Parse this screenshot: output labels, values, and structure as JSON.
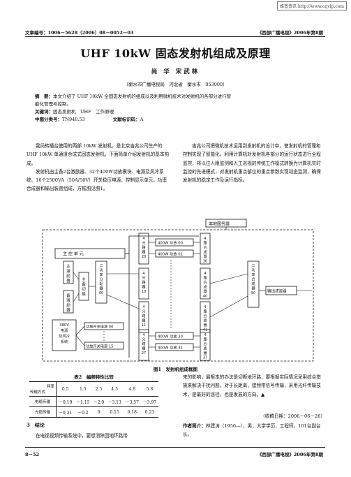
{
  "watermark": "维普资讯 http://www.cqvip.com",
  "header": {
    "article_no": "文章编号：1006－5628（2006）08－0052－03",
    "journal": "《西部广播电视》2006年第8期"
  },
  "title": "UHF 10kW 固态发射机组成及原理",
  "authors": "尚  华  宋武林",
  "affiliation": "（衡水市广播电视局　河北省　衡水市　053000）",
  "abstract": {
    "label": "摘　要：",
    "line1": "本文介绍了 UHF 10kW 全固态发射机的组成以及利用微机技术对发射机的各部分进行智",
    "line2": "能化管理与控制。",
    "keywords_label": "关键词：",
    "keywords": "固态发射机　UHF　工作原理",
    "clc_label": "中图分类号：",
    "clc": "TN948.53",
    "doc_label": "文献标识码：",
    "doc": "A"
  },
  "left_col": {
    "p1": "我局转播台使用的两部 10kW 发射机，是北京吉兆公司生产的 UHF 10kW 单通道合成式固态发射机。下面简单介绍发射机的基本构成。",
    "p2": "发射机由主备2台激励器、32个400W功放模块、电源及风冷系统、16个2500VA（50A/50V）开关稳压电源、控制显示单元、功率合成器和输出装置组成，方框图见图1。"
  },
  "right_col": {
    "p1": "吉兆公司把微机技术运用到发射机的设计中，使发射机的管理和控制实现了智能化。利用计算机对发射机各部分的运行状态进行全程监控，将以往人眼监测和人工巡视的传统工作模式转换为计算机实时监控的先进模式，对发射机重点部位的重点参数实现动态监测，确保发射机的稳定工作及运行指标。"
  },
  "figure": {
    "caption": "图1　发射机组成框图",
    "server": "本地服务器",
    "main_control": "主 控 单 元",
    "main_exciter": [
      "主",
      "激",
      "励",
      "器"
    ],
    "backup_exciter": [
      "备",
      "激",
      "励",
      "器"
    ],
    "switch": [
      "主",
      "备",
      "切",
      "换"
    ],
    "div2": [
      "二",
      "功",
      "率",
      "分",
      "配",
      "器",
      "00"
    ],
    "div4_top": [
      "4",
      "分",
      "路",
      "器",
      "20"
    ],
    "div4_mid1": [
      "4",
      "分",
      "路",
      "器",
      "10"
    ],
    "div4_mid2": [
      "4",
      "分",
      "路",
      "器",
      "11"
    ],
    "div4_bot": [
      "4",
      "分",
      "路",
      "器",
      "27"
    ],
    "amp_a": "400W 功放 00",
    "amp_b": "400W 功放 01",
    "amp_c": "400W 功放 30",
    "amp_d": "400W 功放 31",
    "comb_top": [
      "4",
      "路",
      "合",
      "成",
      "器",
      "30"
    ],
    "comb_40": [
      "4",
      "路",
      "合",
      "成",
      "器",
      "40"
    ],
    "comb_41": [
      "4",
      "路",
      "合",
      "成",
      "器",
      "41"
    ],
    "comb_bot": [
      "4",
      "路",
      "合",
      "成",
      "器",
      "37"
    ],
    "comb2": [
      "二",
      "功",
      "率",
      "合",
      "成",
      "器",
      "50"
    ],
    "output": "输出滤波器",
    "power_supply": [
      "380V",
      "电源",
      "及风冷",
      "系统"
    ],
    "sw_ps_a": "功放开关电源 00",
    "sw_ps_b": "功放开关电源 15"
  },
  "table": {
    "caption": "表2　幅频特性比较",
    "corner_top": "频率",
    "corner_bot": "传输方式",
    "freqs": [
      "0.5",
      "1.5",
      "2.5",
      "4.5",
      "4.8",
      "5.8"
    ],
    "rows": [
      {
        "label": "电缆传输",
        "values": [
          "－0.19",
          "－1.15",
          "－2.0",
          "－3.13",
          "－3.57",
          "－3.97"
        ]
      },
      {
        "label": "光缆传输",
        "values": [
          "－0.31",
          "－0.2",
          "0",
          "0.15",
          "0.18",
          "0.23"
        ]
      }
    ]
  },
  "conclusion": {
    "heading": "3　结论",
    "text": "在电视视频传输系统中，要想消除回地环路带"
  },
  "right_bottom": {
    "text": "来的影响，最根本的办法是切断地环路，要根据实际情况采用综合措施来解决干扰问题，对于长距离，建频带信号传输，采用光纤传输技术，是最好的途径，也是发展的方向。▲",
    "received": "（收稿日期：2006－06－28）",
    "bio_label": "作者简介：",
    "bio": "林建涛（1956—），男，大学学历，工程师，101台副台长。"
  },
  "footer": {
    "page": "8－52",
    "journal": "《西部广播电视》2006年第8期"
  }
}
